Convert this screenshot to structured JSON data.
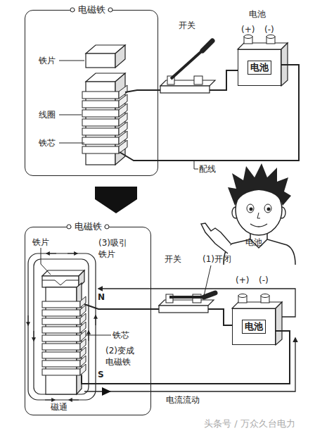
{
  "diagram": {
    "nodes": [
      {
        "text": [
          "电磁铁"
        ]
      },
      {
        "text": [
          "电池"
        ]
      },
      {
        "text": [
          "电磁铁"
        ]
      },
      {
        "text": [
          "电池"
        ]
      }
    ],
    "edges": [
      {
        "from": 0,
        "to": 1,
        "arrow": "none"
      },
      {
        "from": 1,
        "to": 0,
        "arrow": "none"
      },
      {
        "from": 2,
        "to": 3,
        "arrow": "none"
      },
      {
        "from": 3,
        "to": 2,
        "arrow": "none"
      }
    ],
    "labels": [
      "铁片",
      "开关",
      "电池",
      "(+)",
      "(-)",
      "线圈",
      "铁芯",
      "配线",
      "铁片",
      "(3)吸引 铁片",
      "开关",
      "(1)开闭",
      "电池",
      "(+)",
      "(-)",
      "N",
      "铁芯",
      "(2)变成 电磁铁",
      "S",
      "电流流动",
      "磁通",
      "头条号 / 万众久台电力"
    ]
  }
}
